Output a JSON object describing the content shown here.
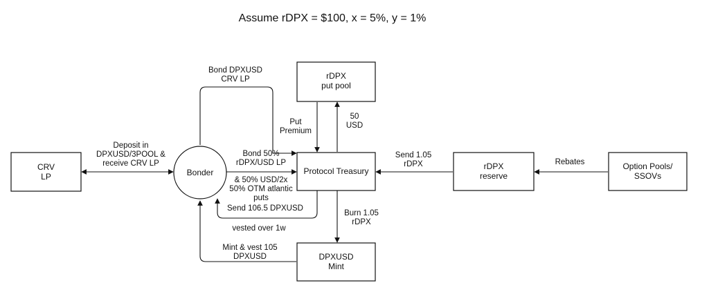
{
  "title": "Assume rDPX = $100, x = 5%, y = 1%",
  "colors": {
    "stroke": "#111111",
    "background": "#ffffff"
  },
  "nodes": {
    "crv_lp": [
      "CRV",
      "LP"
    ],
    "bonder": [
      "Bonder"
    ],
    "rdpx_put_pool": [
      "rDPX",
      "put pool"
    ],
    "protocol_treasury": [
      "Protocol Treasury"
    ],
    "dpxusd_mint": [
      "DPXUSD",
      "Mint"
    ],
    "rdpx_reserve": [
      "rDPX",
      "reserve"
    ],
    "option_pools": [
      "Option Pools/",
      "SSOVs"
    ]
  },
  "edges": {
    "deposit": [
      "Deposit in",
      "DPXUSD/3POOL &",
      "receive CRV LP"
    ],
    "bond_crv_lp": [
      "Bond DPXUSD",
      "CRV LP"
    ],
    "put_premium": [
      "Put",
      "Premium"
    ],
    "fifty_usd": [
      "50",
      "USD"
    ],
    "bond_50": [
      "Bond 50%",
      "rDPX/USD LP"
    ],
    "usd_2x": [
      "& 50% USD/2x",
      "50% OTM atlantic",
      "puts"
    ],
    "send_106": [
      "Send 106.5 DPXUSD"
    ],
    "vested": [
      "vested over 1w"
    ],
    "burn": [
      "Burn 1.05",
      "rDPX"
    ],
    "mint_vest": [
      "Mint & vest 105",
      "DPXUSD"
    ],
    "send_105": [
      "Send 1.05",
      "rDPX"
    ],
    "rebates": [
      "Rebates"
    ]
  }
}
